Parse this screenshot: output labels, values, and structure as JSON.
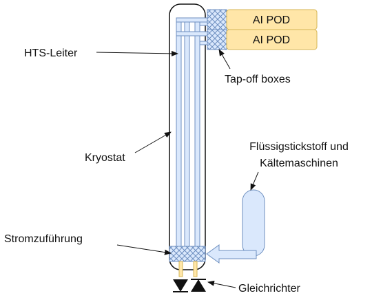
{
  "labels": {
    "hts": "HTS-Leiter",
    "tapoff": "Tap-off boxes",
    "kryostat": "Kryostat",
    "nitrogen_line1": "Flüssigstickstoff und",
    "nitrogen_line2": "Kältemaschinen",
    "stromzufuehrung": "Stromzuführung",
    "gleichrichter": "Gleichrichter"
  },
  "pods": [
    "AI POD",
    "AI POD"
  ],
  "colors": {
    "pipe_fill": "#dae8fc",
    "pipe_stroke": "#6c8ebf",
    "pod_fill": "#ffe6a8",
    "pod_stroke": "#d6b656",
    "cryostat_stroke": "#111111",
    "lead_fill": "#ffe6a8",
    "diode": "#111111"
  }
}
